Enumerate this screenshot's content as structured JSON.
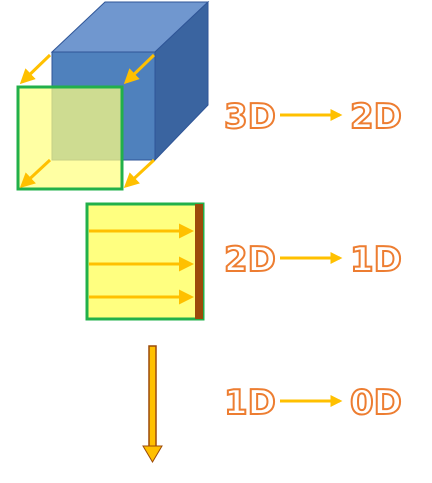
{
  "colors": {
    "cube_front": "#4f81bd",
    "cube_top": "#7097cf",
    "cube_side": "#3a64a0",
    "square_fill": "#ffff80",
    "square_border": "#22b04a",
    "arrow": "#ffc000",
    "projection_line": "#9c4a0a",
    "label_fill": "#ffffff",
    "label_stroke": "#ed7d31"
  },
  "rows": [
    {
      "from": "3D",
      "to": "2D"
    },
    {
      "from": "2D",
      "to": "1D"
    },
    {
      "from": "1D",
      "to": "0D"
    }
  ]
}
